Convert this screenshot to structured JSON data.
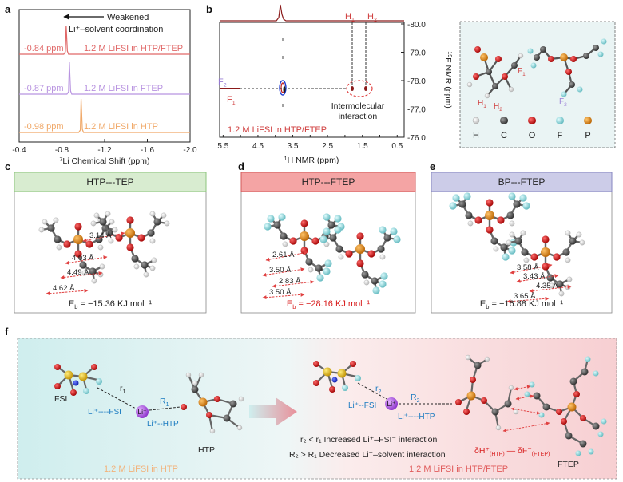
{
  "panels": {
    "a": "a",
    "b": "b",
    "c": "c",
    "d": "d",
    "e": "e",
    "f": "f"
  },
  "panel_a": {
    "xlabel_sup": "7",
    "xlabel": "Li Chemical Shift (ppm)",
    "ticks": [
      "-0.4",
      "-0.8",
      "-1.2",
      "-1.6",
      "-2.0"
    ],
    "arrow_text_1": "Weakened",
    "arrow_text_2": "Li⁺–solvent coordination",
    "spectra": [
      {
        "ppm_label": "-0.84 ppm",
        "name": "1.2 M LiFSI in HTP/FTEP",
        "color": "#e06868",
        "peak": -0.84
      },
      {
        "ppm_label": "-0.87 ppm",
        "name": "1.2 M LiFSI in FTEP",
        "color": "#b893e0",
        "peak": -0.87
      },
      {
        "ppm_label": "-0.98 ppm",
        "name": "1.2 M LiFSI in HTP",
        "color": "#f0a868",
        "peak": -0.98
      }
    ]
  },
  "panel_b": {
    "xlabel_sup": "1",
    "xlabel": "H NMR (ppm)",
    "ylabel_sup": "19",
    "ylabel": "F NMR (ppm)",
    "xticks": [
      "5.5",
      "5.0",
      "4.5",
      "4.0",
      "3.5",
      "3.0",
      "2.5",
      "2.0",
      "1.5",
      "1.0",
      "0.5"
    ],
    "yticks": [
      "-80.0",
      "-79.0",
      "-78.0",
      "-77.0",
      "-76.0"
    ],
    "h1": "H",
    "h1_sub": "1",
    "h2": "H",
    "h2_sub": "2",
    "f1": "F",
    "f1_sub": "1",
    "f2": "F",
    "f2_sub": "2",
    "annot_1": "Intermolecular",
    "annot_2": "interaction",
    "sample": "1.2 M LiFSI in HTP/FTEP"
  },
  "legend_box": {
    "h1": "H",
    "h1_sub": "1",
    "h2": "H",
    "h2_sub": "2",
    "f1": "F",
    "f1_sub": "1",
    "f2": "F",
    "f2_sub": "2",
    "atoms": [
      {
        "label": "H",
        "color": "#f2f2f2"
      },
      {
        "label": "C",
        "color": "#555555"
      },
      {
        "label": "O",
        "color": "#d01818"
      },
      {
        "label": "F",
        "color": "#8ad8dc"
      },
      {
        "label": "P",
        "color": "#e08a18"
      }
    ]
  },
  "panel_c": {
    "title": "HTP---TEP",
    "title_bg": "#d8ecd0",
    "title_border": "#8cc47c",
    "distances": [
      "3.14 Å",
      "4.03 Å",
      "4.49 Å",
      "4.62 Å"
    ],
    "energy_pre": "E",
    "energy_sub": "b",
    "energy_post": " = −15.36 KJ mol⁻¹",
    "energy_color": "#222"
  },
  "panel_d": {
    "title": "HTP---FTEP",
    "title_bg": "#f4a4a4",
    "title_border": "#d25a5a",
    "distances": [
      "2.61 Å",
      "3.50 Å",
      "2.83 Å",
      "3.50 Å"
    ],
    "energy_pre": "E",
    "energy_sub": "b",
    "energy_post": " = −28.16 KJ mol⁻¹",
    "energy_color": "#d81c1c"
  },
  "panel_e": {
    "title": "BP---FTEP",
    "title_bg": "#cccce8",
    "title_border": "#8686c0",
    "distances": [
      "3.58 Å",
      "3.43 Å",
      "4.35 Å",
      "3.65 Å"
    ],
    "energy_pre": "E",
    "energy_sub": "b",
    "energy_post": " = −16.88 KJ mol⁻¹",
    "energy_color": "#222"
  },
  "panel_f": {
    "left": {
      "anion": "FSI⁻",
      "r1": "r",
      "r1_sub": "1",
      "R1": "R",
      "R1_sub": "1",
      "li": "Li⁺",
      "lifsi": "Li⁺----FSI",
      "lihtp": "Li⁺--HTP",
      "solvent": "HTP",
      "caption": "1.2 M LiFSI in HTP"
    },
    "right": {
      "r2": "r",
      "r2_sub": "2",
      "R2": "R",
      "R2_sub": "2",
      "li": "Li⁺",
      "lifsi": "Li⁺--FSI",
      "lihtp": "Li⁺----HTP",
      "solvent": "FTEP",
      "caption": "1.2 M LiFSI in HTP/FTEP"
    },
    "line1": "r₂ < r₁ Increased Li⁺–FSI⁻ interaction",
    "line2": "R₂ > R₁ Decreased Li⁺–solvent interaction",
    "delta_h": "δH⁺",
    "delta_h_sub": "(HTP)",
    "delta_f": " — δF⁻",
    "delta_f_sub": "(FTEP)"
  }
}
